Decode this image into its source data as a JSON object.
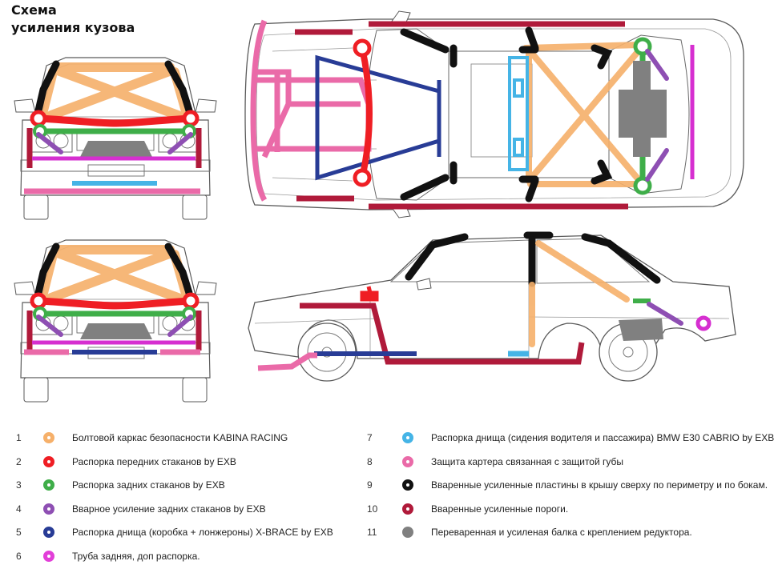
{
  "title": {
    "line1": "Схема",
    "line2": "усиления кузова"
  },
  "colors": {
    "outline": "#5a5a5a",
    "fill": "#ffffff",
    "cage_bars": "#f6b06a",
    "front_strut": "#ef1e24",
    "rear_strut": "#3fae49",
    "rear_strut_weld": "#8e4fb3",
    "x_brace": "#283c96",
    "rear_tube": "#d62fd0",
    "seat_brace": "#45b4e6",
    "skid_plate": "#ea6aa8",
    "roof_plates": "#111111",
    "sills": "#b01a3a",
    "diff_beam": "#808080"
  },
  "legend": [
    {
      "num": "1",
      "text": "Болтовой каркас безопасности KABINA RACING",
      "color": "#f6b06a",
      "style": "ring"
    },
    {
      "num": "2",
      "text": "Распорка передних стаканов by EXB",
      "color": "#ef1e24",
      "style": "ring"
    },
    {
      "num": "3",
      "text": "Распорка задних стаканов by EXB",
      "color": "#3fae49",
      "style": "ring"
    },
    {
      "num": "4",
      "text": "Вварное усиление задних стаканов by EXB",
      "color": "#8e4fb3",
      "style": "ring"
    },
    {
      "num": "5",
      "text": "Распорка днища (коробка + лонжероны) X-BRACE by EXB",
      "color": "#283c96",
      "style": "ring"
    },
    {
      "num": "6",
      "text": "Труба задняя, доп распорка.",
      "color": "#e23fd8",
      "style": "ring"
    },
    {
      "num": "7",
      "text": "Распорка днища (сидения водителя и пассажира) BMW E30 CABRIO by EXB",
      "color": "#45b4e6",
      "style": "ring"
    },
    {
      "num": "8",
      "text": "Защита картера связанная с защитой губы",
      "color": "#ea6aa8",
      "style": "ring"
    },
    {
      "num": "9",
      "text": "Вваренные усиленные пластины в крышу сверху по периметру и по бокам.",
      "color": "#111111",
      "style": "ring"
    },
    {
      "num": "10",
      "text": "Вваренные усиленные пороги.",
      "color": "#b01a3a",
      "style": "ring"
    },
    {
      "num": "11",
      "text": "Переваренная и усиленая балка с креплением редуктора.",
      "color": "#808080",
      "style": "solid"
    }
  ]
}
